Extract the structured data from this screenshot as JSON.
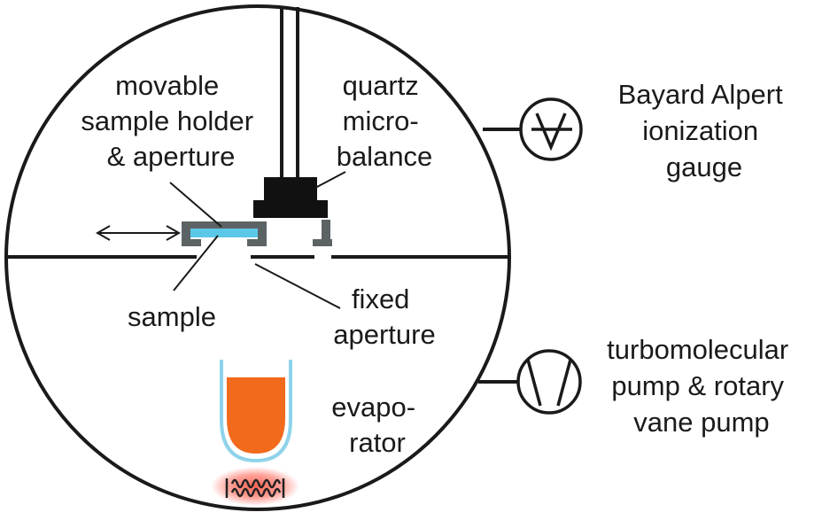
{
  "labels": {
    "movable_holder": [
      "movable",
      "sample holder",
      "& aperture"
    ],
    "quartz": [
      "quartz",
      "micro-",
      "balance"
    ],
    "gauge": [
      "Bayard Alpert",
      "ionization",
      "gauge"
    ],
    "sample": [
      "sample"
    ],
    "fixed_aperture": [
      "fixed",
      "aperture"
    ],
    "evaporator": [
      "evapo-",
      "rator"
    ],
    "pump": [
      "turbomolecular",
      "pump & rotary",
      "vane pump"
    ]
  },
  "colors": {
    "line": "#1a1a1a",
    "holder": "#5b6365",
    "sample": "#5cc8e8",
    "crucible_wall": "#8fd3ea",
    "melt": "#f26a1b",
    "heater_glow": "#ff5a4a",
    "heater": "#222222"
  },
  "icons": {
    "gauge": "ionization-gauge-symbol",
    "pump": "vacuum-pump-symbol",
    "motion": "double-arrow-icon",
    "heater": "heater-coil-icon"
  }
}
